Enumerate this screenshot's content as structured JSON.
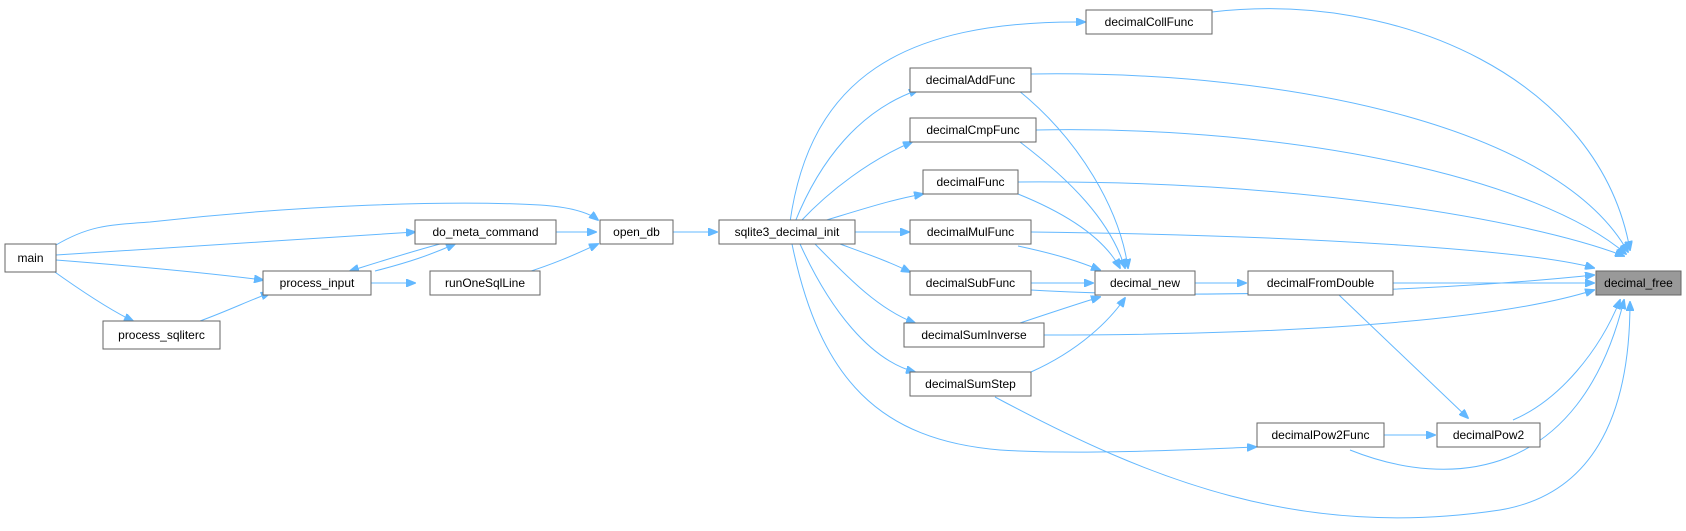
{
  "graph": {
    "edge_color": "#63b8ff",
    "focus_fill": "#999999",
    "nodes": [
      {
        "id": "main",
        "label": "main"
      },
      {
        "id": "process_sqliterc",
        "label": "process_sqliterc"
      },
      {
        "id": "process_input",
        "label": "process_input"
      },
      {
        "id": "do_meta_command",
        "label": "do_meta_command"
      },
      {
        "id": "runOneSqlLine",
        "label": "runOneSqlLine"
      },
      {
        "id": "open_db",
        "label": "open_db"
      },
      {
        "id": "sqlite3_decimal_init",
        "label": "sqlite3_decimal_init"
      },
      {
        "id": "decimalCollFunc",
        "label": "decimalCollFunc"
      },
      {
        "id": "decimalAddFunc",
        "label": "decimalAddFunc"
      },
      {
        "id": "decimalCmpFunc",
        "label": "decimalCmpFunc"
      },
      {
        "id": "decimalFunc",
        "label": "decimalFunc"
      },
      {
        "id": "decimalMulFunc",
        "label": "decimalMulFunc"
      },
      {
        "id": "decimalSubFunc",
        "label": "decimalSubFunc"
      },
      {
        "id": "decimalSumInverse",
        "label": "decimalSumInverse"
      },
      {
        "id": "decimalSumStep",
        "label": "decimalSumStep"
      },
      {
        "id": "decimal_new",
        "label": "decimal_new"
      },
      {
        "id": "decimalFromDouble",
        "label": "decimalFromDouble"
      },
      {
        "id": "decimalPow2Func",
        "label": "decimalPow2Func"
      },
      {
        "id": "decimalPow2",
        "label": "decimalPow2"
      },
      {
        "id": "decimal_free",
        "label": "decimal_free"
      }
    ]
  }
}
